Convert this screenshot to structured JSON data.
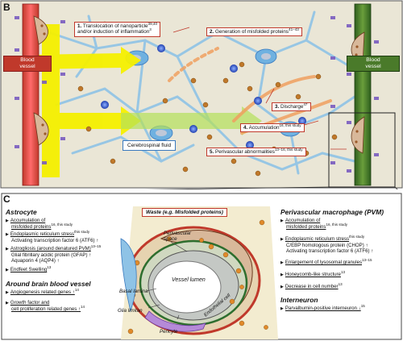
{
  "panel_b": {
    "letter": "B",
    "blood_vessel_left": "Blood vessel",
    "blood_vessel_right": "Blood vessel",
    "csf": "Cerebrospinal fluid",
    "steps": [
      {
        "num": "1.",
        "line1": "Translocation of nanoparticle",
        "sup1": "39,40",
        "line2": "and/or induction of inflammation",
        "sup2": "3"
      },
      {
        "num": "2.",
        "line1": "Generation of misfolded proteins",
        "sup1": "41–43"
      },
      {
        "num": "3.",
        "line1": "Discharge",
        "sup1": "47"
      },
      {
        "num": "4.",
        "line1": "Accumulation",
        "sup1": "16, this study"
      },
      {
        "num": "5.",
        "line1": "Perivascular abnormalities",
        "sup1": "13–16, this study"
      }
    ]
  },
  "panel_c": {
    "letter": "C",
    "waste_label": "Waste (e.g. Misfolded proteins)",
    "astrocyte": {
      "title": "Astrocyte",
      "items": [
        {
          "head": "Accumulation of",
          "head2": "misfolded proteins",
          "sup": "16, this study",
          "subs": []
        },
        {
          "head": "Endoplasmic reticulum stress",
          "sup": "this study",
          "subs": [
            "Activating transcription factor 6 (ATF6) ↑"
          ]
        },
        {
          "head": "Astrogliosis (around denatured PVM)",
          "sup": "13–15",
          "subs": [
            "Glial fibrillary acidic protein (GFAP) ↑",
            "Aquaporin 4 (AQP4) ↑"
          ]
        },
        {
          "head": "Endfeet Swelling",
          "sup": "13",
          "subs": []
        }
      ]
    },
    "vessel": {
      "title": "Around brain blood vessel",
      "items": [
        {
          "head": "Angiogenesis related genes ↑",
          "sup": "14",
          "subs": []
        },
        {
          "head": "Growth factor and",
          "head2": "cell proliferation related genes ↑",
          "sup": "14",
          "subs": []
        }
      ]
    },
    "pvm": {
      "title": "Perivascular macrophage (PVM)",
      "items": [
        {
          "head": "Accumulation of",
          "head2": "misfolded proteins",
          "sup": "16, this study",
          "subs": []
        },
        {
          "head": "Endoplasmic reticulum stress",
          "sup": "this study",
          "subs": [
            "C/EBP homologous protein (CHOP) ↑",
            "Activating transcription factor 6 (ATF6) ↑"
          ]
        },
        {
          "head": "Enlargement of lysosomal granules",
          "sup": "13–15",
          "subs": []
        },
        {
          "head": "Honeycomb-like structure",
          "sup": "13",
          "subs": []
        },
        {
          "head": "Decrease in cell number",
          "sup": "13",
          "subs": []
        }
      ]
    },
    "interneuron": {
      "title": "Interneuron",
      "items": [
        {
          "head": "Parvalbumin-positive interneuron ↓",
          "sup": "15",
          "subs": []
        }
      ]
    },
    "diagram_labels": {
      "perivascular_space": "Perivascular space",
      "vessel_lumen": "Vessel lumen",
      "endothelial_cell": "Endothelial cell",
      "basal_lamina": "Basal lamina",
      "glia_limitans": "Glia limitan",
      "pericyte": "Pericyte"
    }
  }
}
